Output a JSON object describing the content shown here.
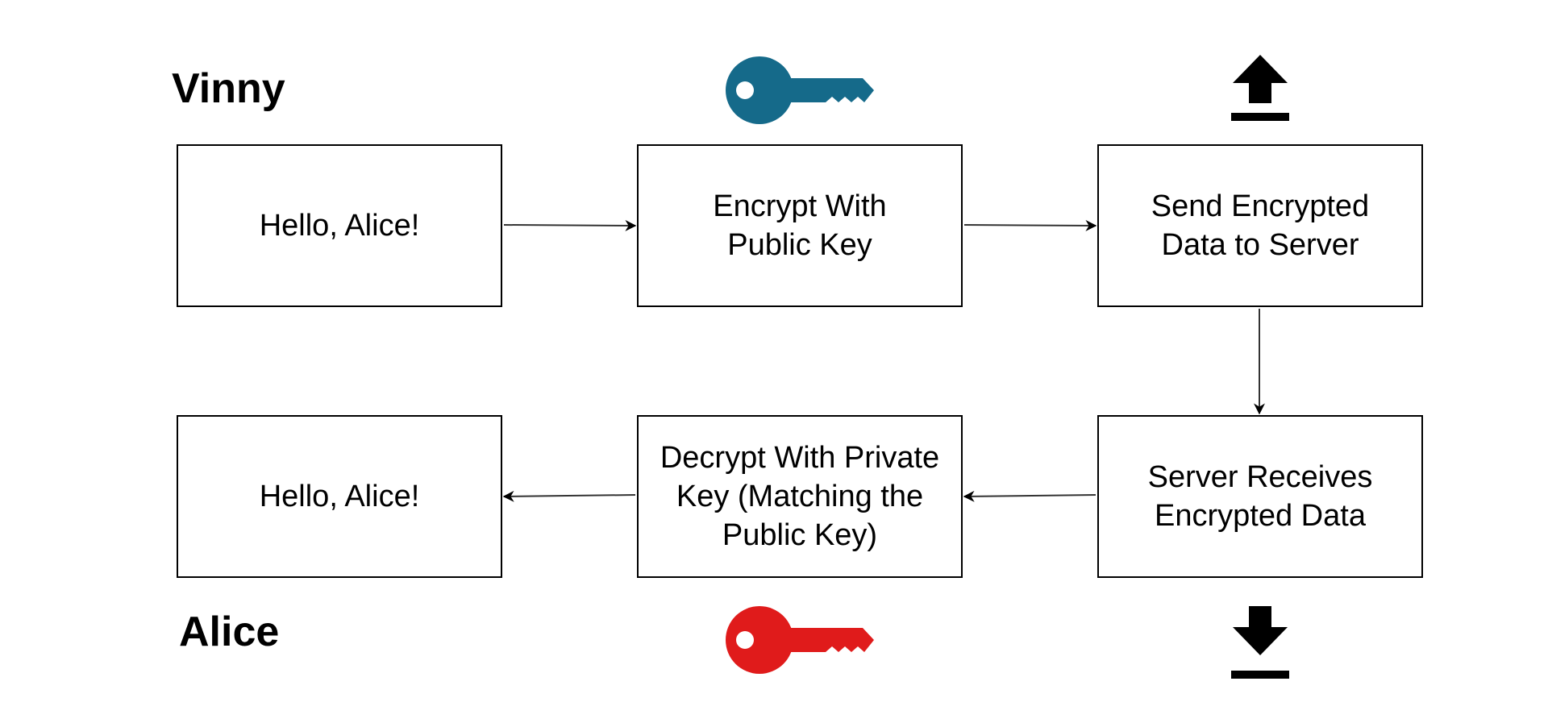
{
  "sender_label": "Vinny",
  "receiver_label": "Alice",
  "boxes": {
    "original_message": "Hello, Alice!",
    "encrypt": "Encrypt With\nPublic Key",
    "send": "Send Encrypted\nData to Server",
    "receive": "Server Receives\nEncrypted Data",
    "decrypt": "Decrypt With Private\nKey (Matching the\nPublic Key)",
    "decrypted_message": "Hello, Alice!"
  },
  "icons": {
    "public_key": {
      "name": "key-icon",
      "color": "#156a8a"
    },
    "private_key": {
      "name": "key-icon",
      "color": "#e01b1b"
    },
    "upload": {
      "name": "upload-icon",
      "color": "#000000"
    },
    "download": {
      "name": "download-icon",
      "color": "#000000"
    }
  }
}
